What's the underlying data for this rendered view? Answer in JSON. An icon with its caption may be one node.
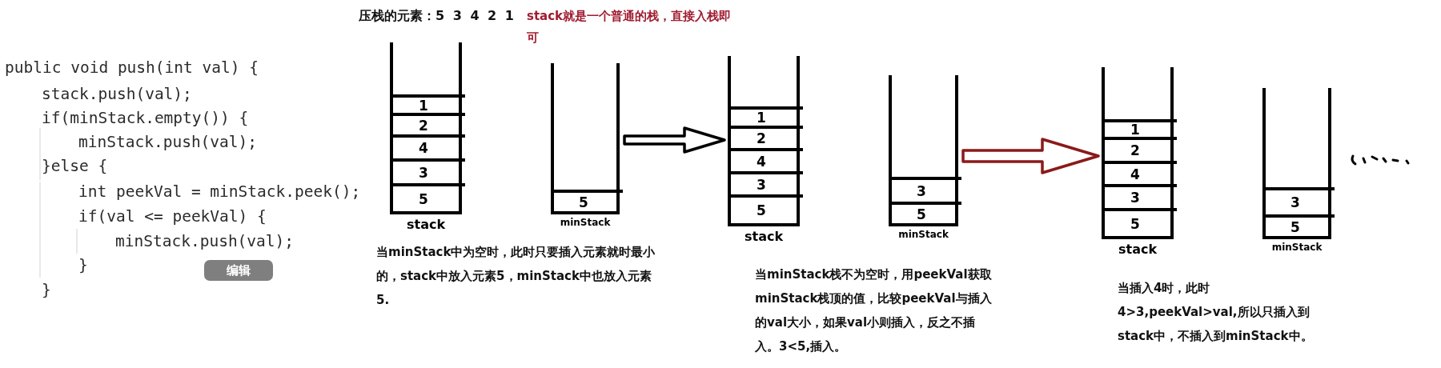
{
  "diagram": {
    "nodes": [
      {
        "text": [
          "stack"
        ]
      },
      {
        "text": [
          "1"
        ],
        "in": 0
      },
      {
        "text": [
          "2"
        ],
        "in": 0
      },
      {
        "text": [
          "4"
        ],
        "in": 0
      },
      {
        "text": [
          "3"
        ],
        "in": 0
      },
      {
        "text": [
          "5"
        ],
        "in": 0
      },
      {
        "text": [
          "minStack"
        ]
      },
      {
        "text": [
          "5"
        ],
        "in": 6
      },
      {
        "text": [
          "stack"
        ]
      },
      {
        "text": [
          "1"
        ],
        "in": 8
      },
      {
        "text": [
          "2"
        ],
        "in": 8
      },
      {
        "text": [
          "4"
        ],
        "in": 8
      },
      {
        "text": [
          "3"
        ],
        "in": 8
      },
      {
        "text": [
          "5"
        ],
        "in": 8
      },
      {
        "text": [
          "minStack"
        ]
      },
      {
        "text": [
          "3"
        ],
        "in": 14
      },
      {
        "text": [
          "5"
        ],
        "in": 14
      },
      {
        "text": [
          "stack"
        ]
      },
      {
        "text": [
          "1"
        ],
        "in": 17
      },
      {
        "text": [
          "2"
        ],
        "in": 17
      },
      {
        "text": [
          "4"
        ],
        "in": 17
      },
      {
        "text": [
          "3"
        ],
        "in": 17
      },
      {
        "text": [
          "5"
        ],
        "in": 17
      },
      {
        "text": [
          "minStack"
        ]
      },
      {
        "text": [
          "3"
        ],
        "in": 23
      },
      {
        "text": [
          "5"
        ],
        "in": 23
      }
    ],
    "edges": [
      {
        "from": 6,
        "to": 8,
        "arrow": "to"
      },
      {
        "from": 14,
        "to": 17,
        "arrow": "to",
        "color": "#8b1a1a"
      }
    ],
    "labels": [
      "public void push(int val) {",
      "stack.push(val);",
      "if(minStack.empty()) {",
      "minStack.push(val);",
      "}else {",
      "int peekVal = minStack.peek();",
      "if(val <= peekVal) {",
      "minStack.push(val);",
      "}",
      "}",
      "编辑",
      "压栈的元素：5 3 4 2 1",
      "stack就是一个普通的栈，直接入栈即可",
      "当minStack中为空时，此时只要插入元素就时最小的，stack中放入元素5，minStack中也放入元素5.",
      "当minStack栈不为空时，用peekVal获取minStack栈顶的值，比较peekVal与插入的val大小，如果val小则插入，反之不插入。3<5,插入。",
      "当插入4时，此时4>3,peekVal>val,所以只插入到stack中，不插入到minStack中。"
    ]
  }
}
